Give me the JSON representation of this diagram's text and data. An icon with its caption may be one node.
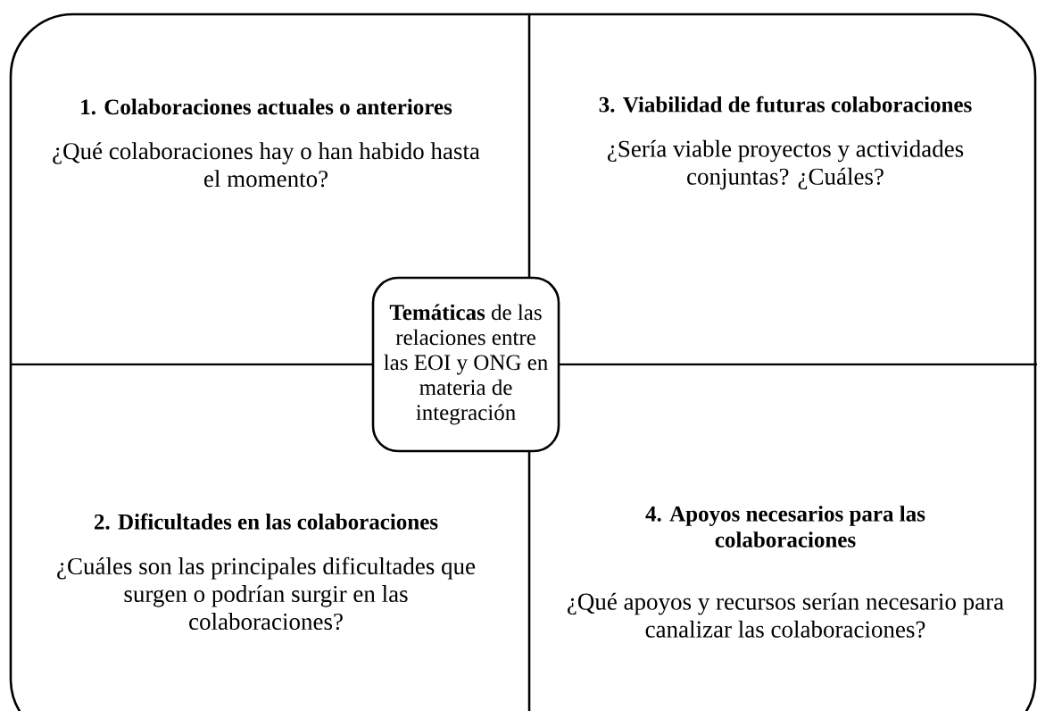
{
  "diagram": {
    "nodes": [
      {
        "text": [
          "1. Colaboraciones actuales o anteriores",
          "¿Qué colaboraciones hay o han habido hasta el momento?"
        ]
      },
      {
        "text": [
          "3. Viabilidad de futuras colaboraciones",
          "¿Sería viable proyectos y actividades conjuntas? ¿Cuáles?"
        ]
      },
      {
        "text": [
          "**Temáticas** de las relaciones entre las EOI y ONG en materia de integración"
        ]
      },
      {
        "text": [
          "2. Dificultades en las colaboraciones",
          "¿Cuáles son las principales dificultades que surgen o podrían surgir en las colaboraciones?"
        ]
      },
      {
        "text": [
          "4. Apoyos necesarios para las colaboraciones",
          "¿Qué apoyos y recursos serían necesario para canalizar las colaboraciones?"
        ]
      }
    ]
  }
}
